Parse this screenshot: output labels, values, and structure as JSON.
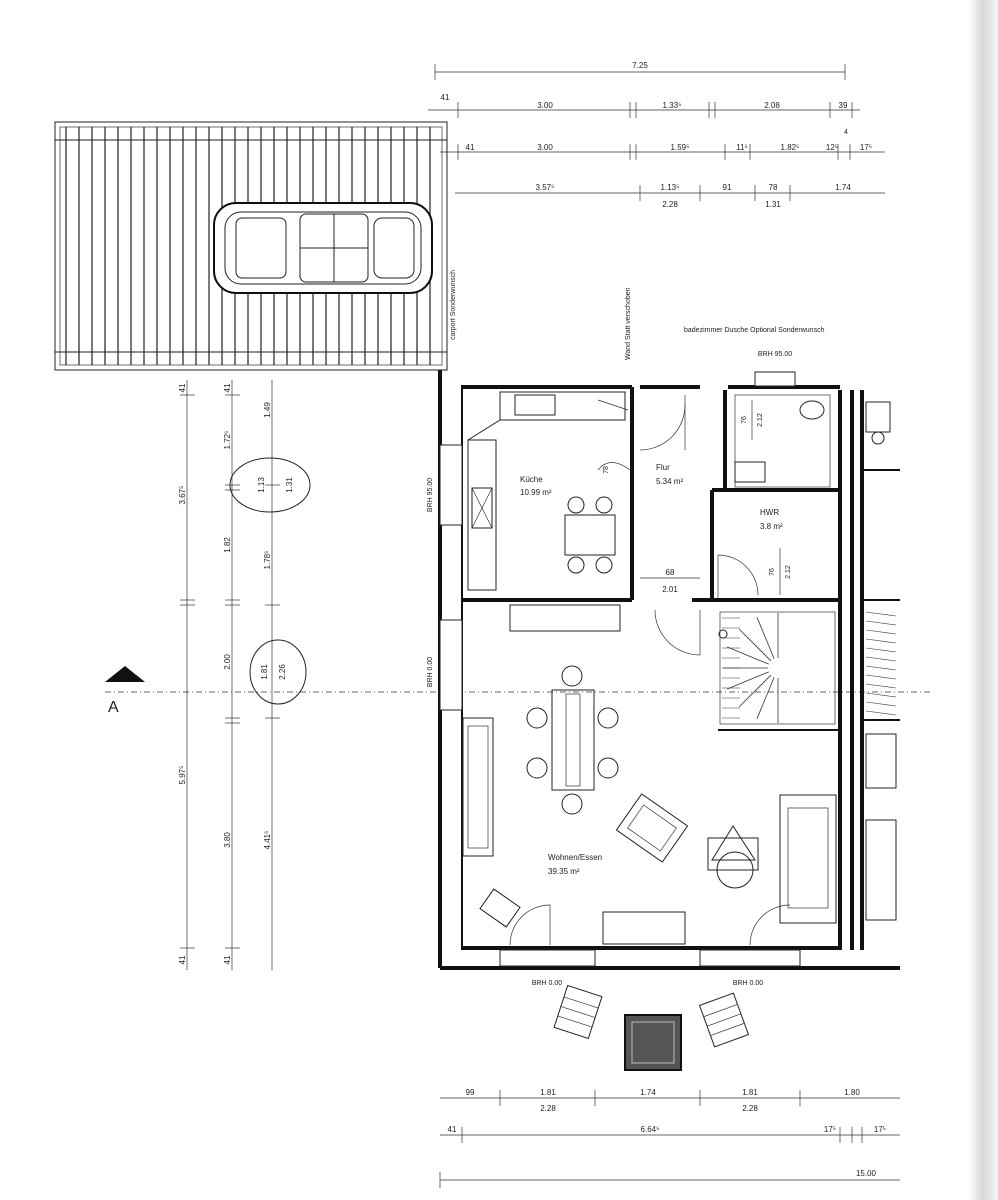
{
  "dimensions": {
    "top_overall": "7.25",
    "top_row1": [
      "41",
      "3.00",
      "1.33⁵",
      "2.08",
      "39"
    ],
    "top_row2": [
      "41",
      "3.00",
      "1.59⁵",
      "11⁵",
      "1.82⁵",
      "12⁵",
      "17⁵"
    ],
    "top_row2_small": "4",
    "top_row3": [
      "3.57⁵",
      "1.13⁵",
      "91",
      "78",
      "1.74"
    ],
    "top_row3_sub": [
      "2.28",
      "1.31"
    ],
    "left_col1": [
      "41",
      "3.67⁵",
      "5.97⁵",
      "41"
    ],
    "left_col2": [
      "41",
      "1.72⁵",
      "1.82",
      "2.00",
      "3.80",
      "41"
    ],
    "left_col3": [
      "1.49",
      "1.78⁵",
      "4.41⁵"
    ],
    "window_dims": [
      "1.13",
      "1.31",
      "1.81",
      "2.26"
    ],
    "bottom_row1": [
      "99",
      "1.81",
      "1.74",
      "1.81",
      "1.80"
    ],
    "bottom_row1_sub": [
      "2.28",
      "2.28"
    ],
    "bottom_row2": [
      "41",
      "6.64⁵",
      "17⁵",
      "17⁵"
    ],
    "bottom_overall": "15.00",
    "interior": [
      "76",
      "2.12",
      "78",
      "68",
      "2.01",
      "76",
      "2.12"
    ]
  },
  "labels": {
    "carport": "carport Sonderwunsch",
    "wall_note": "Wand Statt verschoben",
    "bath_note": "badezimmer Dusche Optional Sonderwunsch",
    "brh_top": "BRH 95.00",
    "brh_left_upper": "BRH 95.00",
    "brh_left_lower": "BRH 0.00",
    "brh_bottom_left": "BRH 0.00",
    "brh_bottom_right": "BRH 0.00",
    "section_marker": "A"
  },
  "rooms": {
    "kitchen": {
      "name": "Küche",
      "area": "10.99 m²"
    },
    "hall": {
      "name": "Flur",
      "area": "5.34 m²"
    },
    "utility": {
      "name": "HWR",
      "area": "3.8 m²"
    },
    "living": {
      "name": "Wohnen/Essen",
      "area": "39.35 m²"
    }
  }
}
